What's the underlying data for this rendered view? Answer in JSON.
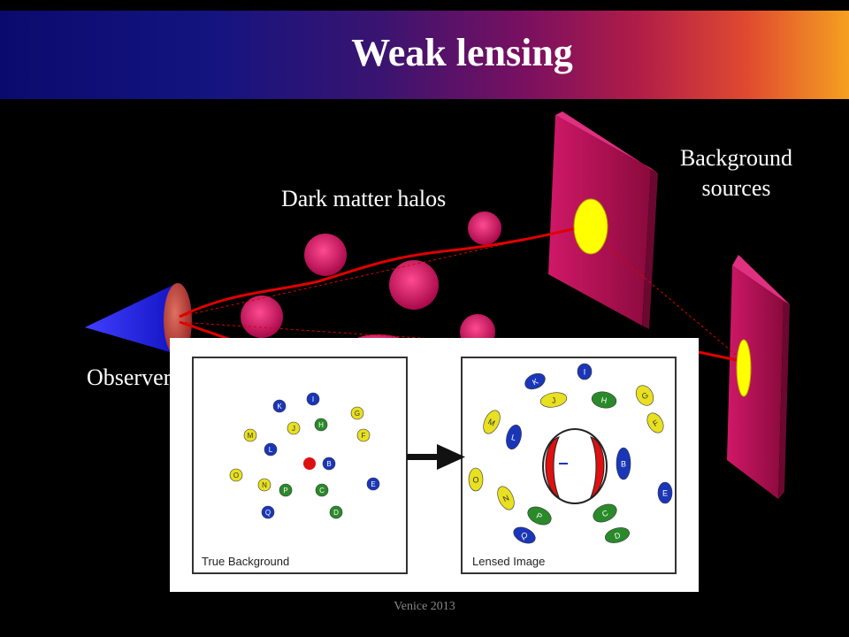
{
  "slide": {
    "title": "Weak lensing",
    "footer": "Venice 2013"
  },
  "labels": {
    "halos": "Dark matter halos",
    "background_line1": "Background",
    "background_line2": "sources",
    "observer": "Observer"
  },
  "inset": {
    "left_caption": "True Background",
    "right_caption": "Lensed Image"
  },
  "colors": {
    "halo": "#c0105a",
    "plane": "#b0104e",
    "source": "#ffff00",
    "light_path": "#e00000",
    "observer_cone": "#2020ff",
    "dot_blue": "#1a36b8",
    "dot_green": "#2a8a2a",
    "dot_yellow": "#e8e020",
    "dot_red": "#dd1010"
  },
  "dots": [
    {
      "letter": "I",
      "color": "blue"
    },
    {
      "letter": "K",
      "color": "blue"
    },
    {
      "letter": "J",
      "color": "yellow"
    },
    {
      "letter": "H",
      "color": "green"
    },
    {
      "letter": "G",
      "color": "yellow"
    },
    {
      "letter": "F",
      "color": "yellow"
    },
    {
      "letter": "M",
      "color": "yellow"
    },
    {
      "letter": "L",
      "color": "blue"
    },
    {
      "letter": "B",
      "color": "blue"
    },
    {
      "letter": "O",
      "color": "yellow"
    },
    {
      "letter": "N",
      "color": "yellow"
    },
    {
      "letter": "P",
      "color": "green"
    },
    {
      "letter": "C",
      "color": "green"
    },
    {
      "letter": "E",
      "color": "blue"
    },
    {
      "letter": "Q",
      "color": "blue"
    },
    {
      "letter": "D",
      "color": "green"
    }
  ]
}
